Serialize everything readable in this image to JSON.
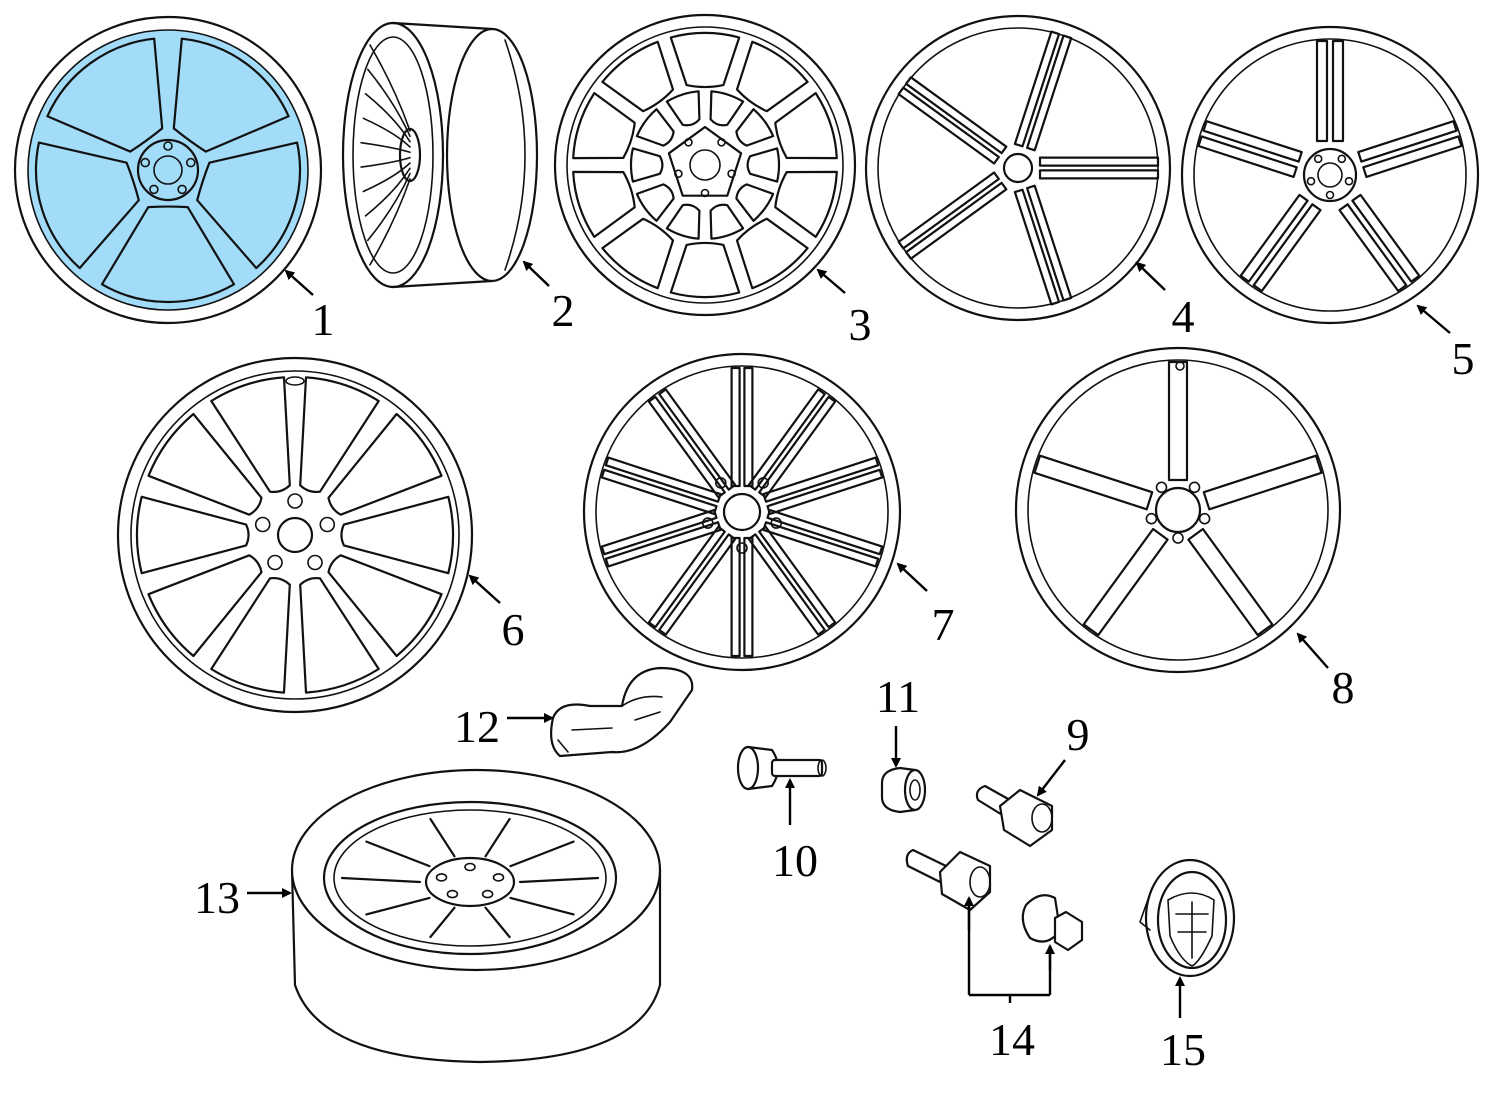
{
  "colors": {
    "highlight": "#a3dcf9",
    "line": "#111111",
    "background": "#ffffff"
  },
  "callouts": [
    {
      "id": "1",
      "label": "1"
    },
    {
      "id": "2",
      "label": "2"
    },
    {
      "id": "3",
      "label": "3"
    },
    {
      "id": "4",
      "label": "4"
    },
    {
      "id": "5",
      "label": "5"
    },
    {
      "id": "6",
      "label": "6"
    },
    {
      "id": "7",
      "label": "7"
    },
    {
      "id": "8",
      "label": "8"
    },
    {
      "id": "9",
      "label": "9"
    },
    {
      "id": "10",
      "label": "10"
    },
    {
      "id": "11",
      "label": "11"
    },
    {
      "id": "12",
      "label": "12"
    },
    {
      "id": "13",
      "label": "13"
    },
    {
      "id": "14",
      "label": "14"
    },
    {
      "id": "15",
      "label": "15"
    }
  ],
  "highlighted_part": "1"
}
